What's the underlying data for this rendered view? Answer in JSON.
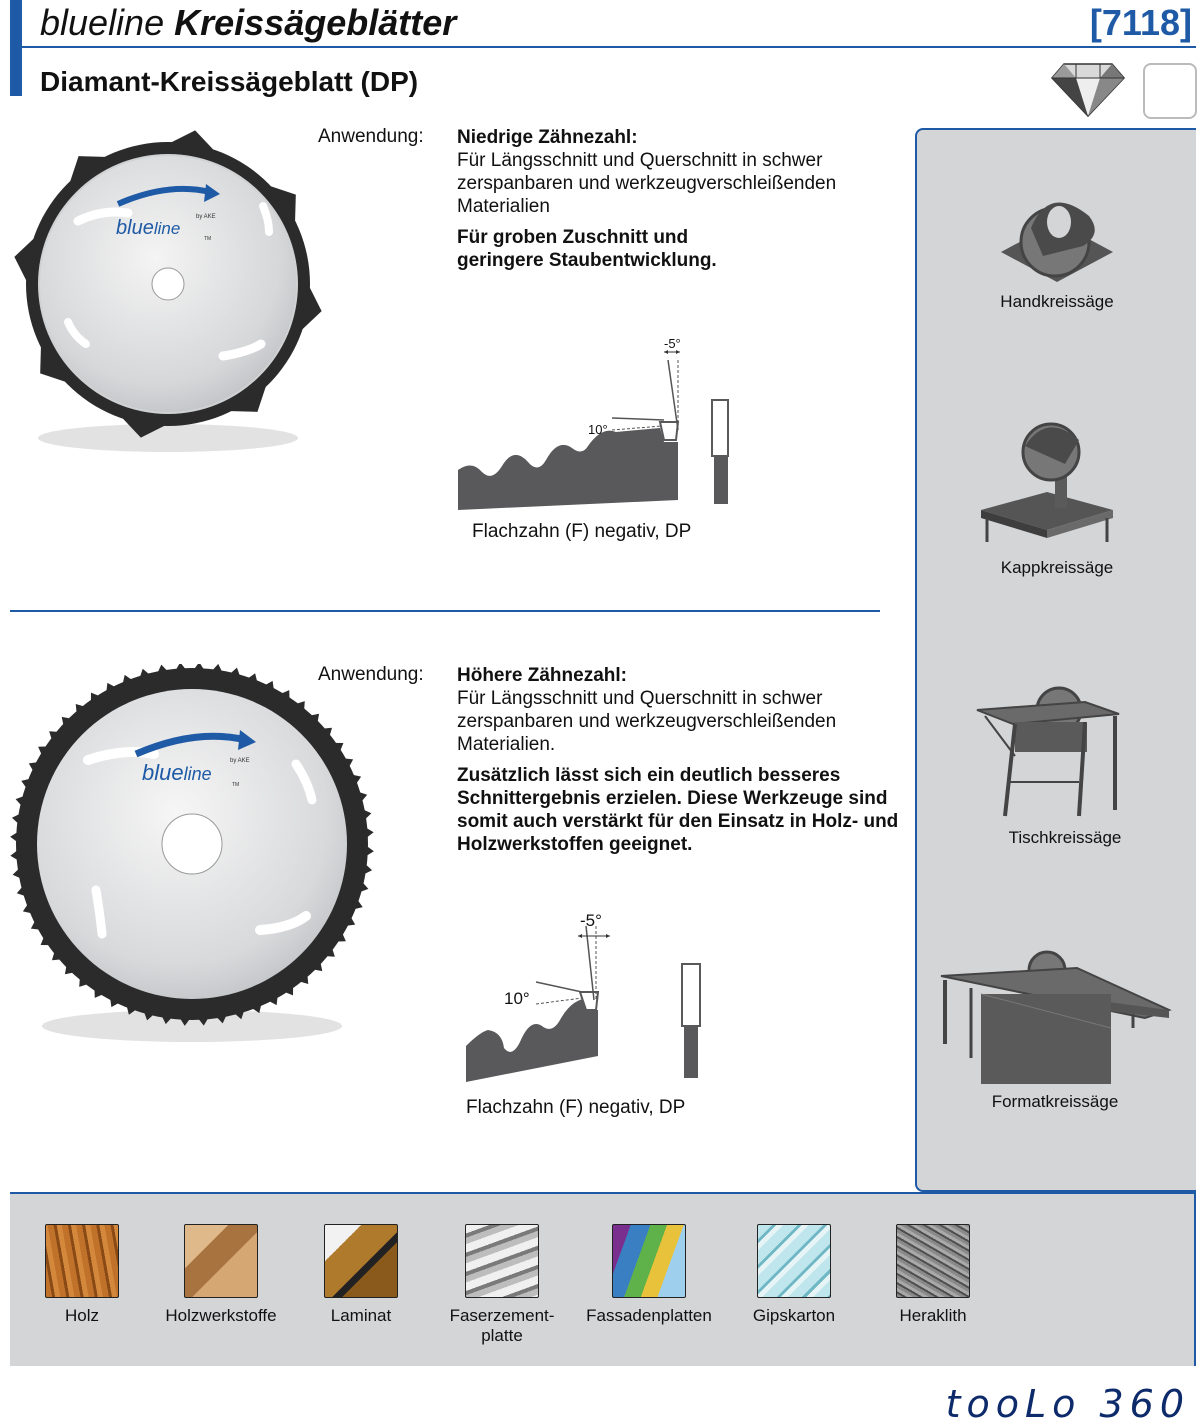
{
  "header": {
    "series_light": "blueline",
    "series_bold": "Kreissägeblätter",
    "code": "[7118]",
    "product": "Diamant-Kreissägeblatt (DP)"
  },
  "blade_logo": {
    "brand": "blue",
    "brand2": "line",
    "by": "by AKE",
    "tm": "TM"
  },
  "section1": {
    "label": "Anwendung:",
    "heading": "Niedrige Zähnezahl:",
    "text": "Für Längsschnitt und Querschnitt in schwer zerspanbaren und werkzeugverschleißenden Materialien",
    "bold": "Für groben Zuschnitt und geringere Staubentwicklung.",
    "angle_neg": "-5°",
    "angle_pos": "10°",
    "caption": "Flachzahn (F) negativ, DP"
  },
  "section2": {
    "label": "Anwendung:",
    "heading": "Höhere Zähnezahl:",
    "text": "Für Längsschnitt und Querschnitt in schwer zerspanbaren und werkzeugverschleißenden Materialien.",
    "bold": "Zusätzlich lässt sich ein deutlich besseres Schnittergebnis erzielen. Diese Werkzeuge sind somit auch verstärkt für den Einsatz in Holz- und Holzwerkstoffen geeignet.",
    "angle_neg": "-5°",
    "angle_pos": "10°",
    "caption": "Flachzahn (F) negativ, DP"
  },
  "machines": [
    {
      "label": "Handkreissäge",
      "icon": "hand-circular-saw-icon"
    },
    {
      "label": "Kappkreissäge",
      "icon": "miter-saw-icon"
    },
    {
      "label": "Tischkreissäge",
      "icon": "table-saw-icon"
    },
    {
      "label": "Formatkreissäge",
      "icon": "panel-saw-icon"
    }
  ],
  "materials": [
    {
      "label": "Holz",
      "color": "#b0601e"
    },
    {
      "label": "Holzwerkstoffe",
      "color": "#b88552"
    },
    {
      "label": "Laminat",
      "color": "#9a6b2a"
    },
    {
      "label": "Faserzement-\nplatte",
      "color": "#8a8a8a"
    },
    {
      "label": "Fassadenplatten",
      "color": "#3a7fc1"
    },
    {
      "label": "Gipskarton",
      "color": "#8fcfd8"
    },
    {
      "label": "Heraklith",
      "color": "#6b6b6b"
    }
  ],
  "footer": {
    "logo": "tooLo 360"
  },
  "colors": {
    "accent": "#1f5aa6",
    "panel": "#d4d5d7",
    "steel": "#59595b"
  }
}
